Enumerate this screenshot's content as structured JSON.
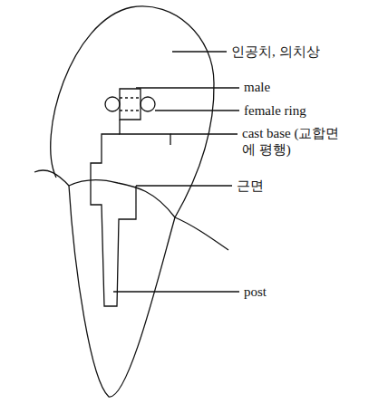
{
  "diagram": {
    "labels": [
      "인공치, 의치상",
      "male",
      "female ring",
      "cast base (교합면에 평행)",
      "근면",
      "post"
    ]
  }
}
